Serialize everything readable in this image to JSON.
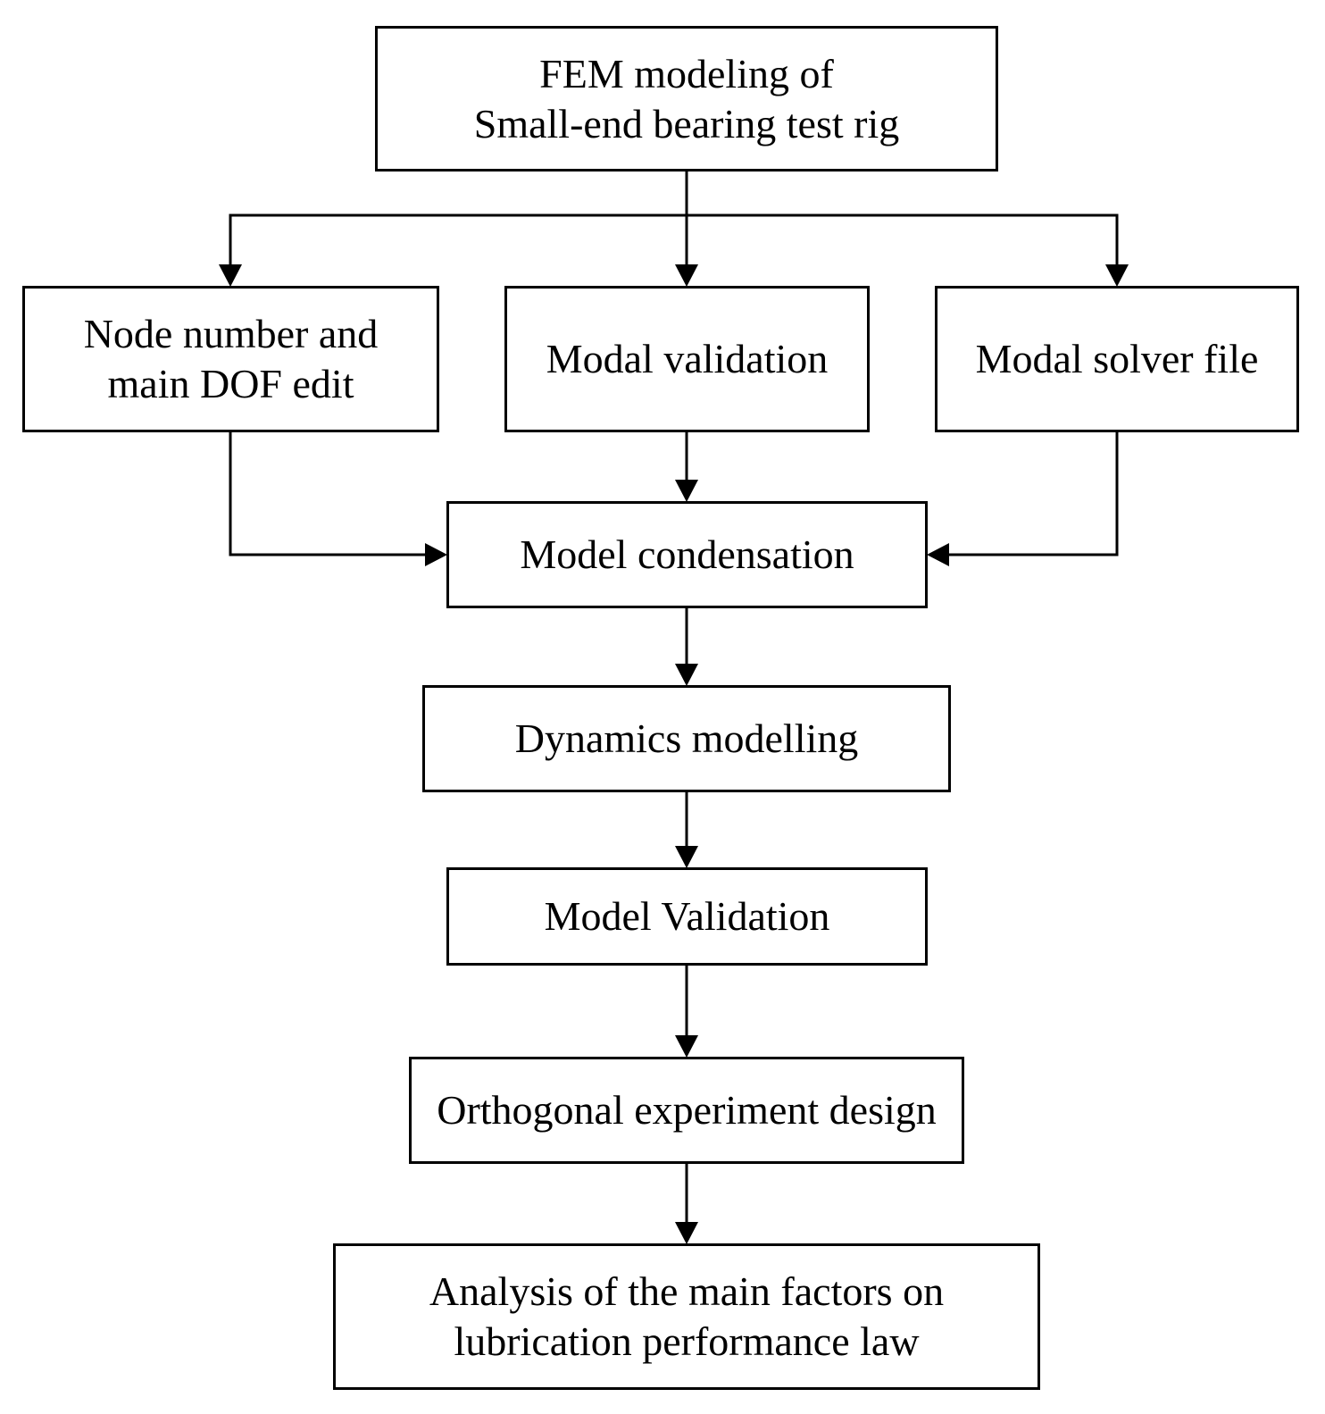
{
  "diagram": {
    "nodes": {
      "fem_modeling": {
        "lines": [
          "FEM modeling of",
          "Small-end bearing test rig"
        ]
      },
      "node_number": {
        "lines": [
          "Node number and",
          "main DOF edit"
        ]
      },
      "modal_validation": {
        "lines": [
          "Modal validation"
        ]
      },
      "modal_solver": {
        "lines": [
          "Modal solver file"
        ]
      },
      "model_condensation": {
        "lines": [
          "Model condensation"
        ]
      },
      "dynamics_modelling": {
        "lines": [
          "Dynamics modelling"
        ]
      },
      "model_validation": {
        "lines": [
          "Model Validation"
        ]
      },
      "orthogonal_design": {
        "lines": [
          "Orthogonal experiment design"
        ]
      },
      "analysis": {
        "lines": [
          "Analysis of the main factors on",
          "lubrication performance law"
        ]
      }
    },
    "edges": [
      {
        "from": "fem_modeling",
        "to": "node_number"
      },
      {
        "from": "fem_modeling",
        "to": "modal_validation"
      },
      {
        "from": "fem_modeling",
        "to": "modal_solver"
      },
      {
        "from": "node_number",
        "to": "model_condensation"
      },
      {
        "from": "modal_validation",
        "to": "model_condensation"
      },
      {
        "from": "modal_solver",
        "to": "model_condensation"
      },
      {
        "from": "model_condensation",
        "to": "dynamics_modelling"
      },
      {
        "from": "dynamics_modelling",
        "to": "model_validation"
      },
      {
        "from": "model_validation",
        "to": "orthogonal_design"
      },
      {
        "from": "orthogonal_design",
        "to": "analysis"
      }
    ]
  },
  "colors": {
    "stroke": "#000000",
    "background": "#ffffff"
  }
}
